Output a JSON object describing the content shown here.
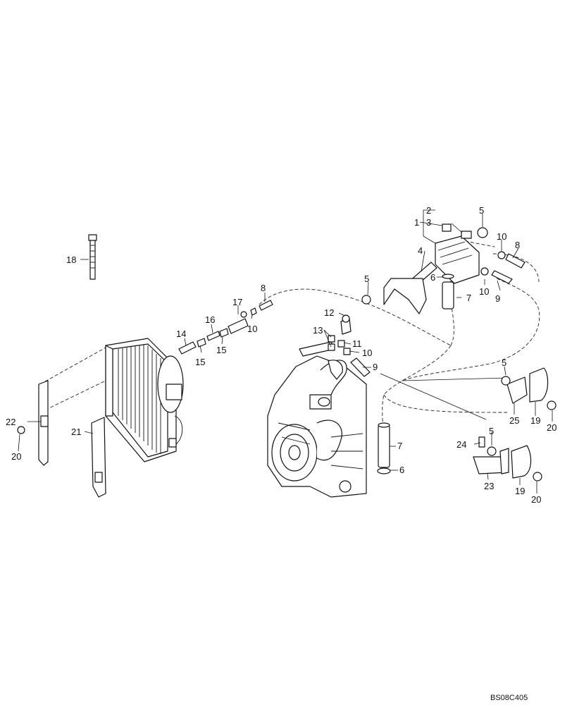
{
  "drawing_code": "BS08C405",
  "callouts": {
    "c1": "1",
    "c2": "2",
    "c3": "3",
    "c4": "4",
    "c5": "5",
    "c6": "6",
    "c7": "7",
    "c8": "8",
    "c9": "9",
    "c10": "10",
    "c11": "11",
    "c12": "12",
    "c13": "13",
    "c14": "14",
    "c15": "15",
    "c16": "16",
    "c17": "17",
    "c18": "18",
    "c19": "19",
    "c20": "20",
    "c21": "21",
    "c22": "22",
    "c23": "23",
    "c24": "24",
    "c25": "25"
  }
}
